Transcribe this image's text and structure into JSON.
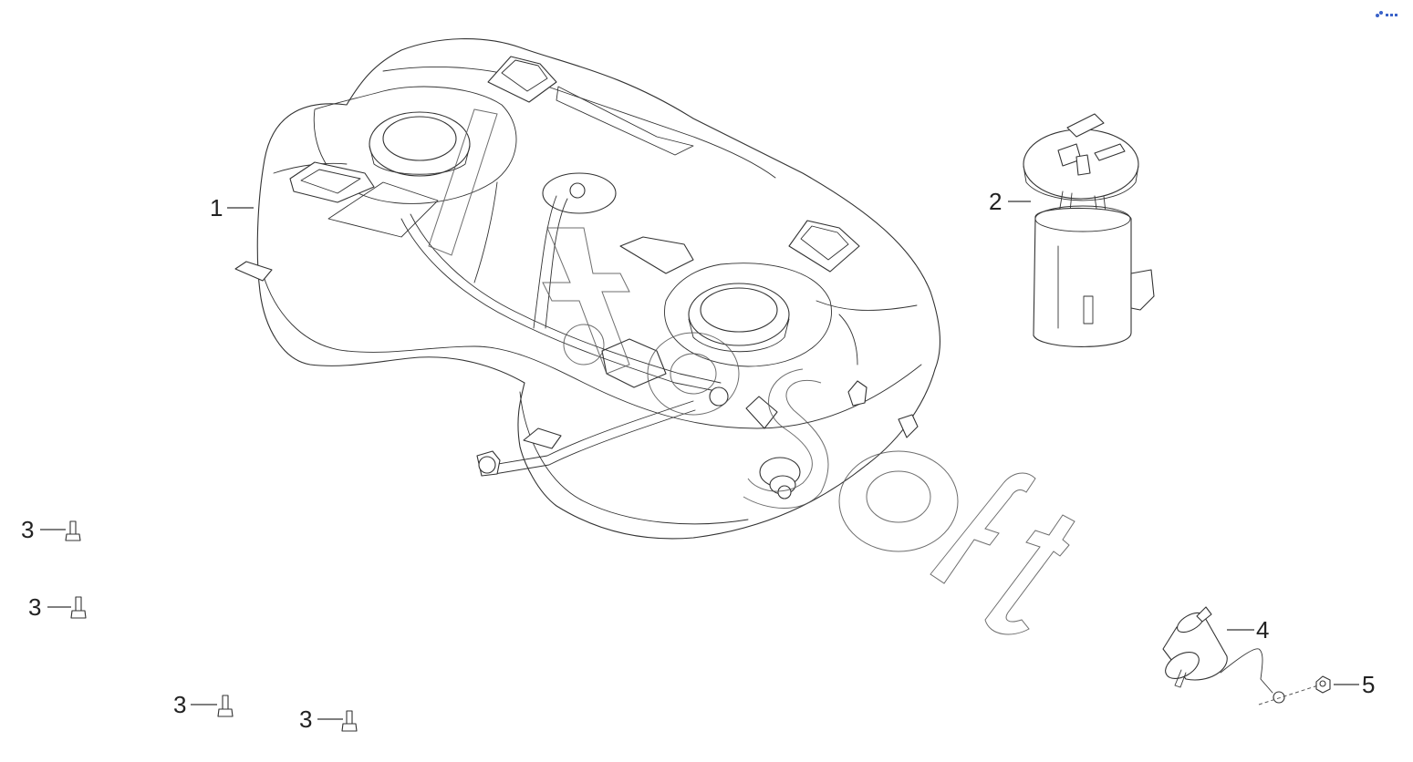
{
  "callouts": [
    {
      "id": "tank",
      "number": "1"
    },
    {
      "id": "pump",
      "number": "2"
    },
    {
      "id": "bolt-a",
      "number": "3"
    },
    {
      "id": "bolt-b",
      "number": "3"
    },
    {
      "id": "bolt-c",
      "number": "3"
    },
    {
      "id": "bolt-d",
      "number": "3"
    },
    {
      "id": "filter",
      "number": "4"
    },
    {
      "id": "nut",
      "number": "5"
    }
  ],
  "icons": {
    "corner": "view-options-icon"
  },
  "colors": {
    "line": "#333333",
    "background": "#ffffff",
    "icon": "#3a62c9"
  }
}
